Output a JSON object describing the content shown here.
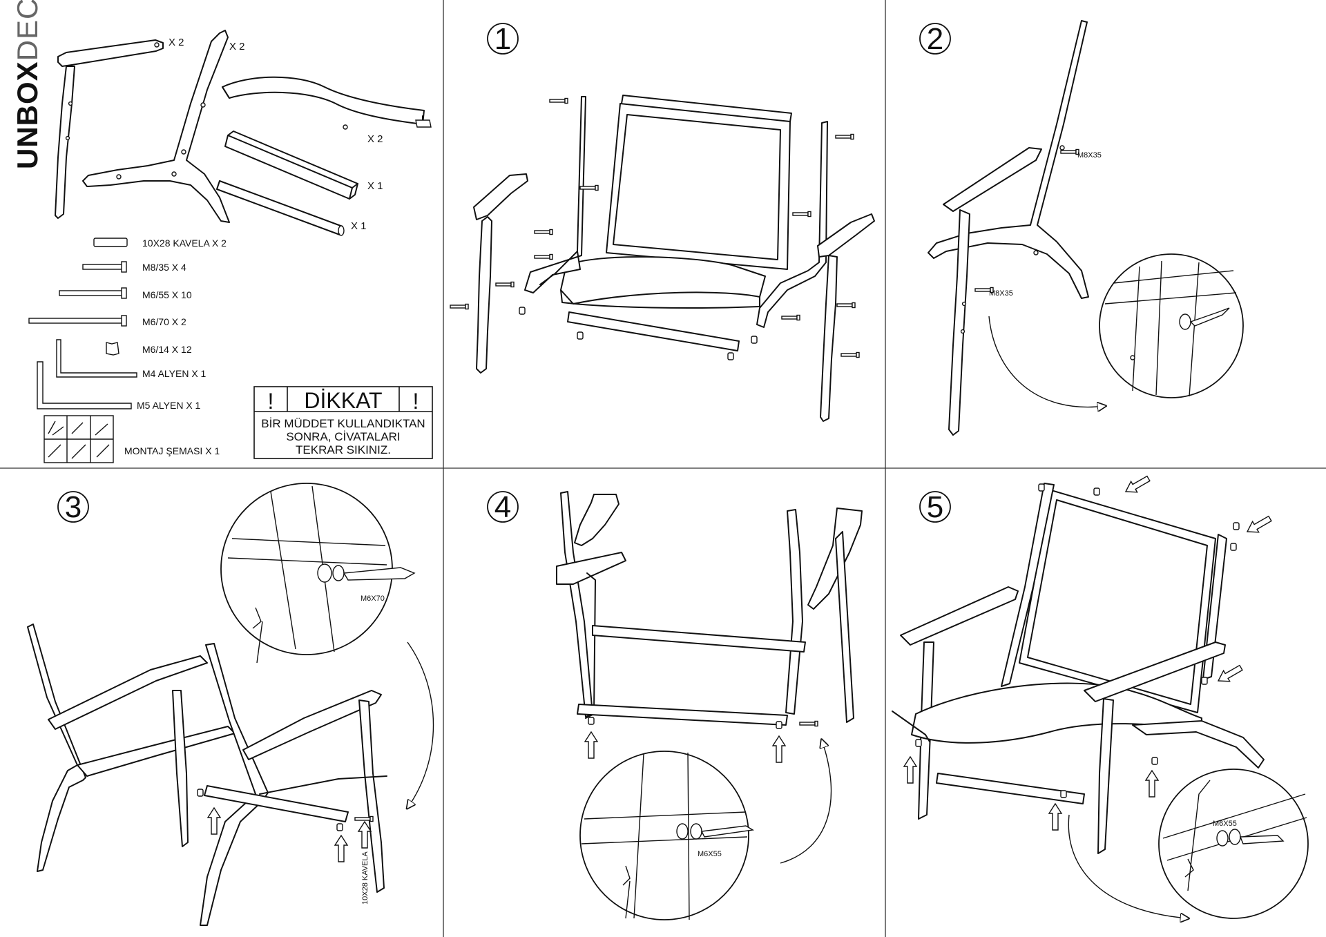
{
  "brand": {
    "bold": "UNBOX",
    "light": "DECO"
  },
  "parts": {
    "armrest_qty": "X 2",
    "side_frame_qty": "X 2",
    "seat_back_qty": "X 2",
    "rail_flat_qty": "X 1",
    "rail_round_qty": "X 1"
  },
  "hardware": [
    {
      "label": "10X28 KAVELA  X 2"
    },
    {
      "label": "M8/35 X 4"
    },
    {
      "label": "M6/55 X 10"
    },
    {
      "label": "M6/70 X 2"
    },
    {
      "label": "M6/14 X 12"
    },
    {
      "label": "M4 ALYEN X 1"
    },
    {
      "label": "M5 ALYEN X 1"
    },
    {
      "label": "MONTAJ ŞEMASI X 1"
    }
  ],
  "warning": {
    "title": "DİKKAT",
    "mark": "!",
    "lines": [
      "BİR MÜDDET KULLANDIKTAN",
      "SONRA, CİVATALARI",
      "TEKRAR SIKINIZ."
    ]
  },
  "steps": [
    {
      "number": "1"
    },
    {
      "number": "2",
      "labels": [
        "M8X35",
        "M8X35"
      ]
    },
    {
      "number": "3",
      "labels": [
        "M6X70",
        "10X28 KAVELA"
      ]
    },
    {
      "number": "4",
      "labels": [
        "M6X55"
      ]
    },
    {
      "number": "5",
      "labels": [
        "M6X55"
      ]
    }
  ]
}
